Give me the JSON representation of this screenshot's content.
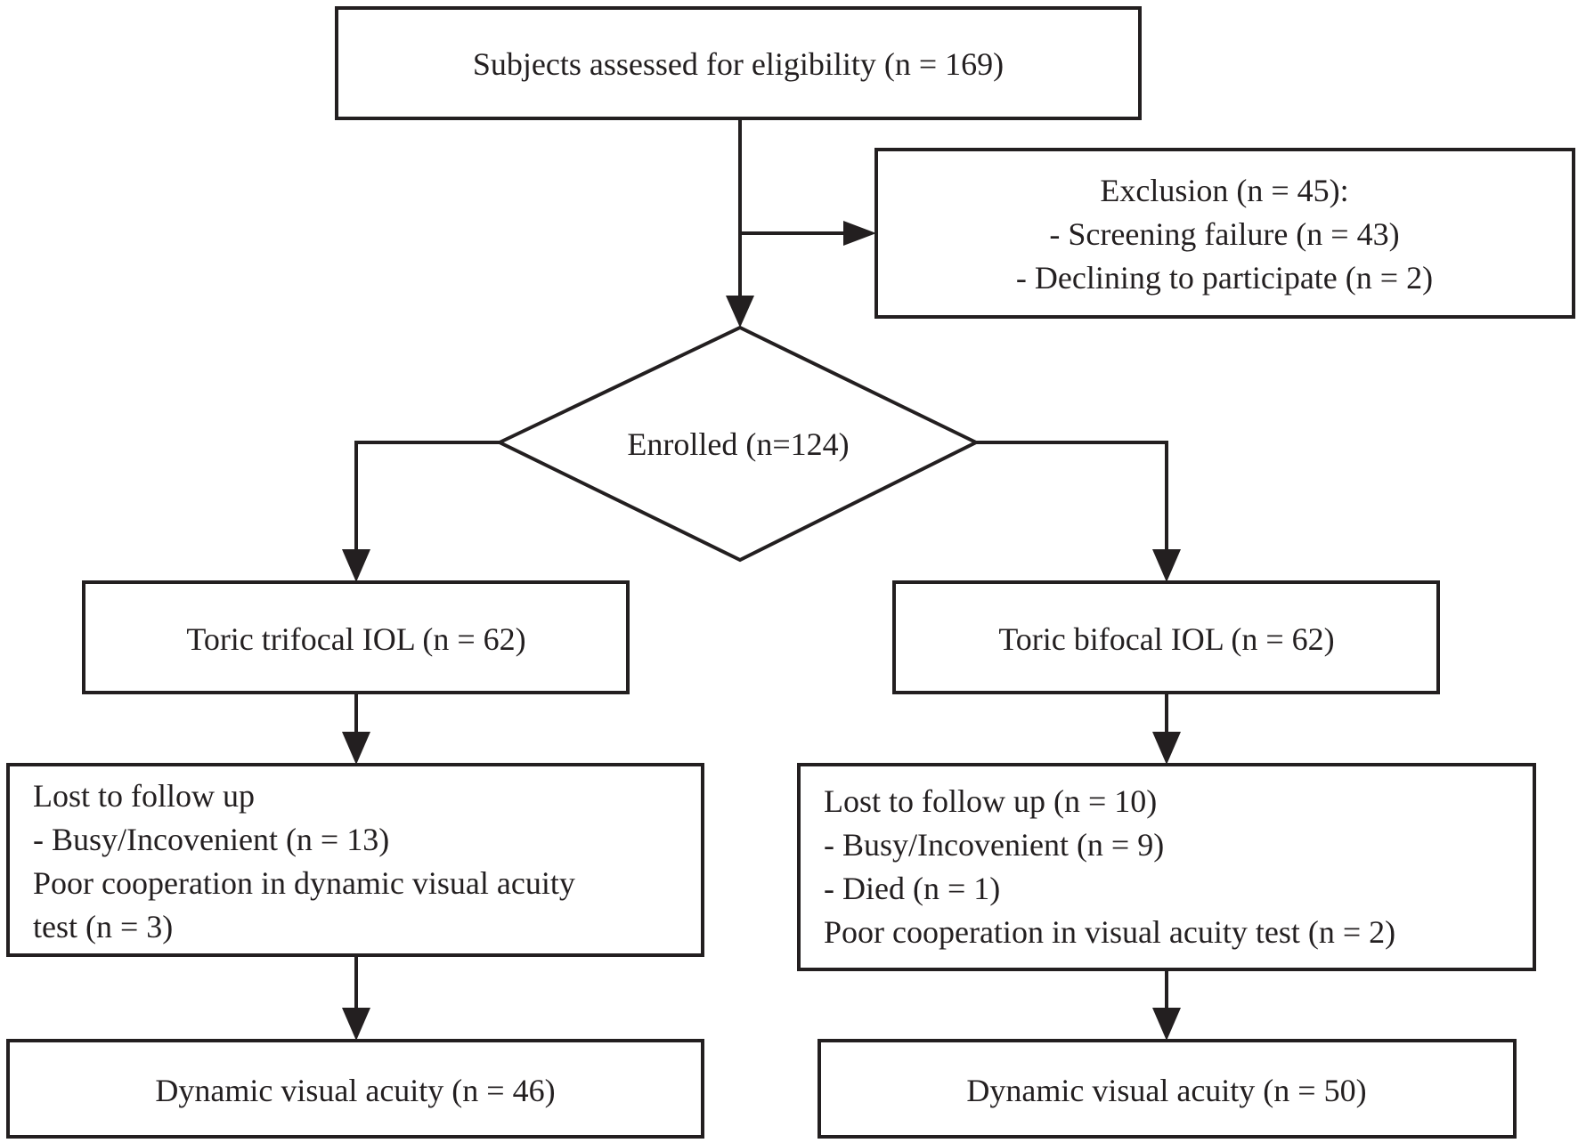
{
  "nodes": {
    "assessed": {
      "label": "Subjects assessed for eligibility (n = 169)"
    },
    "exclusion": {
      "lines": [
        "Exclusion (n = 45):",
        "- Screening failure (n = 43)",
        "- Declining to participate (n = 2)"
      ]
    },
    "enrolled": {
      "label": "Enrolled (n=124)"
    },
    "trifocal": {
      "label": "Toric trifocal IOL (n = 62)"
    },
    "bifocal": {
      "label": "Toric bifocal IOL (n = 62)"
    },
    "lost_trifocal": {
      "lines": [
        "Lost to follow up",
        "- Busy/Incovenient  (n = 13)",
        "Poor cooperation in dynamic visual acuity",
        "test (n = 3)"
      ]
    },
    "lost_bifocal": {
      "lines": [
        "Lost to follow up (n = 10)",
        "- Busy/Incovenient  (n = 9)",
        "- Died (n = 1)",
        "Poor cooperation in visual acuity test  (n = 2)"
      ]
    },
    "dva_trifocal": {
      "label": "Dynamic visual acuity (n = 46)"
    },
    "dva_bifocal": {
      "label": "Dynamic visual acuity  (n = 50)"
    }
  },
  "edges": [
    {
      "from": "assessed",
      "to": "enrolled"
    },
    {
      "from": "assessed",
      "to": "exclusion"
    },
    {
      "from": "enrolled",
      "to": "trifocal"
    },
    {
      "from": "enrolled",
      "to": "bifocal"
    },
    {
      "from": "trifocal",
      "to": "lost_trifocal"
    },
    {
      "from": "bifocal",
      "to": "lost_bifocal"
    },
    {
      "from": "lost_trifocal",
      "to": "dva_trifocal"
    },
    {
      "from": "lost_bifocal",
      "to": "dva_bifocal"
    }
  ],
  "colors": {
    "stroke": "#231f20",
    "background": "#ffffff"
  }
}
